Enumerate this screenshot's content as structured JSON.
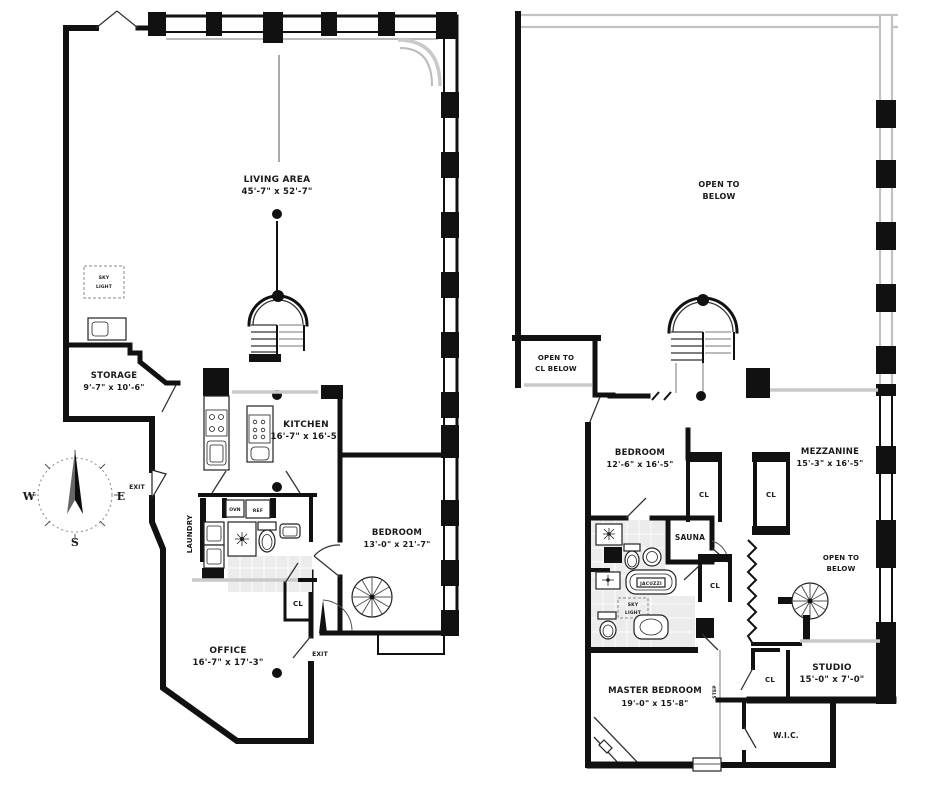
{
  "document": {
    "type": "apartment floor plan, two levels",
    "background": "#ffffff"
  },
  "colors": {
    "wall": "#111111",
    "railing_gray": "#c9c9c9",
    "tile_gray": "#ececec",
    "text": "#1a1a1a"
  },
  "compass": {
    "west": "W",
    "east": "E",
    "south": "S"
  },
  "floor1": {
    "living_area": {
      "name": "LIVING AREA",
      "dims": "45'-7\" x 52'-7\""
    },
    "storage": {
      "name": "STORAGE",
      "dims": "9'-7\" x 10'-6\""
    },
    "kitchen": {
      "name": "KITCHEN",
      "dims": "16'-7\" x 16'-5\""
    },
    "bedroom": {
      "name": "BEDROOM",
      "dims": "13'-0\" x 21'-7\""
    },
    "office": {
      "name": "OFFICE",
      "dims": "16'-7\" x 17'-3\""
    },
    "laundry": "LAUNDRY",
    "closet": "CL",
    "exit": "EXIT",
    "oven": "OVN",
    "refrigerator": "REF",
    "skylight": {
      "line1": "SKY",
      "line2": "LIGHT"
    }
  },
  "floor2": {
    "open_to_below": {
      "line1": "OPEN TO",
      "line2": "BELOW"
    },
    "open_to_cl_below": {
      "line1": "OPEN TO",
      "line2": "CL BELOW"
    },
    "bedroom": {
      "name": "BEDROOM",
      "dims": "12'-6\" x 16'-5\""
    },
    "mezzanine": {
      "name": "MEZZANINE",
      "dims": "15'-3\" x 16'-5\""
    },
    "sauna": "SAUNA",
    "jacuzzi": "JACUZZI",
    "master_bedroom": {
      "name": "MASTER BEDROOM",
      "dims": "19'-0\" x 15'-8\""
    },
    "studio": {
      "name": "STUDIO",
      "dims": "15'-0\" x 7'-0\""
    },
    "wic": "W.I.C.",
    "step": "STEP",
    "closet": "CL",
    "skylight": {
      "line1": "SKY",
      "line2": "LIGHT"
    }
  }
}
